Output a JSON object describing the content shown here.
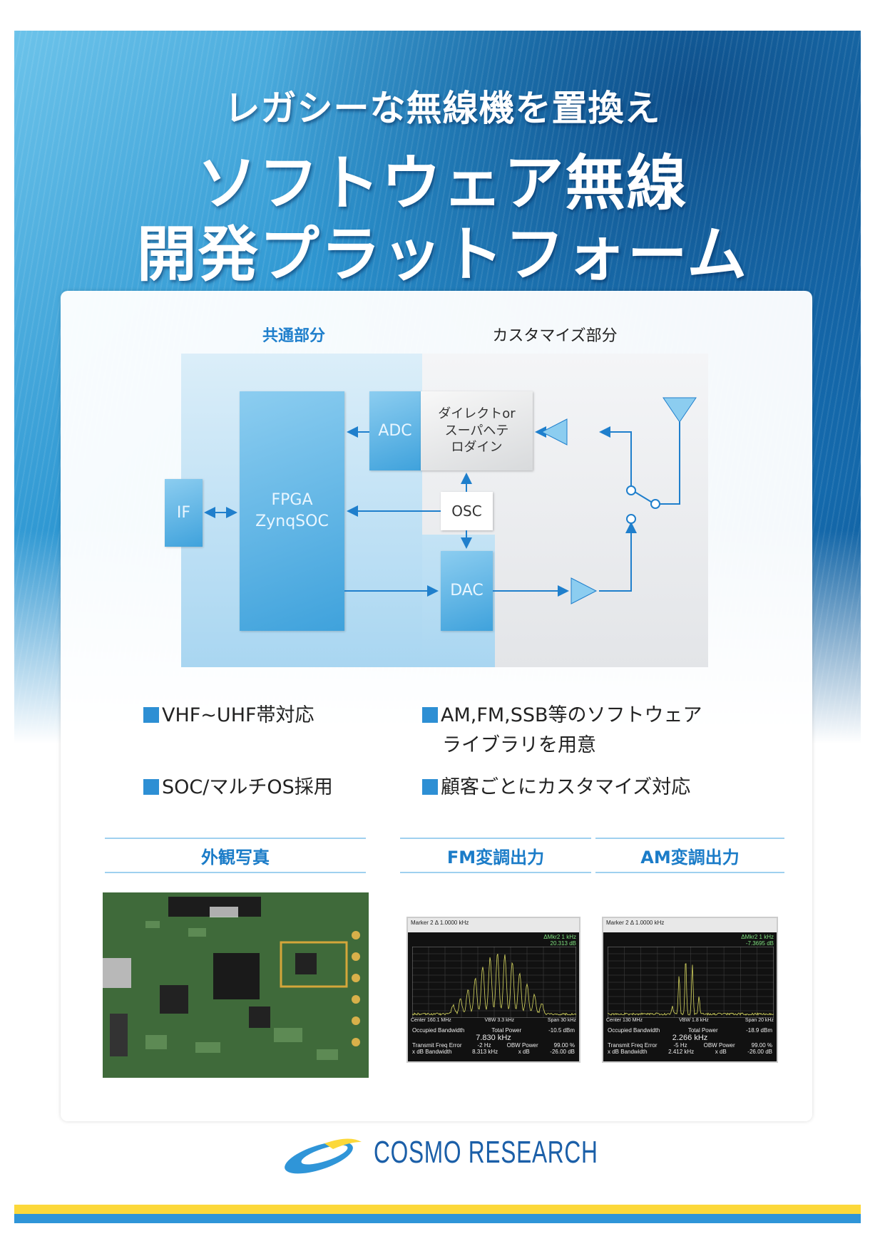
{
  "title": {
    "line1": "レガシーな無線機を置換え",
    "line2": "ソフトウェア無線",
    "line3": "開発プラットフォーム"
  },
  "diagram": {
    "common_label": "共通部分",
    "custom_label": "カスタマイズ部分",
    "fpga": "FPGA\nZynqSOC",
    "if": "IF",
    "adc": "ADC",
    "dac": "DAC",
    "osc": "OSC",
    "frontend": "ダイレクトor\nスーパヘテ\nロダイン"
  },
  "features": [
    "VHF~UHF帯対応",
    "AM,FM,SSB等のソフトウェア",
    "ライブラリを用意",
    "SOC/マルチOS採用",
    "顧客ごとにカスタマイズ対応"
  ],
  "sections": {
    "photo": "外観写真",
    "fm": "FM変調出力",
    "am": "AM変調出力"
  },
  "fm_screen": {
    "marker": "Marker 2 Δ 1.0000 kHz",
    "delta": "ΔMkr2 1 kHz",
    "delta_val": "20.313 dB",
    "center": "Center 160.1 MHz",
    "span": "Span 30 kHz",
    "vbw": "VBW 3.3 kHz",
    "obw_label": "Occupied Bandwidth",
    "obw": "7.830 kHz",
    "total_power_label": "Total Power",
    "total_power": "-10.5 dBm",
    "tfe_label": "Transmit Freq Error",
    "tfe": "-2 Hz",
    "obw_power_label": "OBW Power",
    "obw_power": "99.00 %",
    "xdb_label": "x dB Bandwidth",
    "xdb": "8.313 kHz",
    "xdb2_label": "x dB",
    "xdb2": "-26.00 dB"
  },
  "am_screen": {
    "marker": "Marker 2 Δ 1.0000 kHz",
    "delta": "ΔMkr2 1 kHz",
    "delta_val": "-7.3695 dB",
    "center": "Center 130 MHz",
    "span": "Span 20 kHz",
    "vbw": "VBW 1.8 kHz",
    "obw_label": "Occupied Bandwidth",
    "obw": "2.266 kHz",
    "total_power_label": "Total Power",
    "total_power": "-18.9 dBm",
    "tfe_label": "Transmit Freq Error",
    "tfe": "-5 Hz",
    "obw_power_label": "OBW Power",
    "obw_power": "99.00 %",
    "xdb_label": "x dB Bandwidth",
    "xdb": "2.412 kHz",
    "xdb2_label": "x dB",
    "xdb2": "-26.00 dB"
  },
  "footer": {
    "logo_text": "COSMO RESEARCH"
  },
  "colors": {
    "accent": "#2d8fd4",
    "stripe_yellow": "#fcd83a",
    "stripe_blue": "#2f95d8"
  }
}
